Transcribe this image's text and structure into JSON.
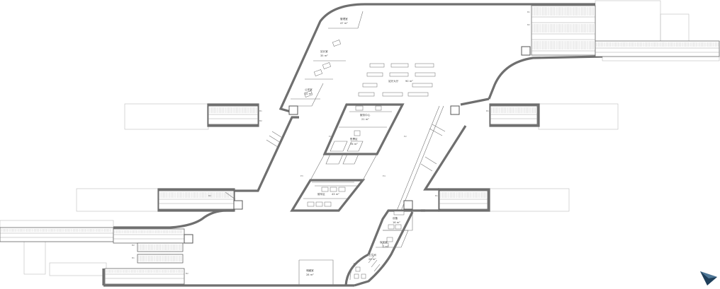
{
  "rooms": {
    "room_a": {
      "name": "管理室",
      "area": "47 m²"
    },
    "room_b": {
      "name": "站长室",
      "area": "35 m²"
    },
    "room_c": {
      "name": "公安室",
      "area": "20 m²"
    },
    "hall": {
      "name": "站厅大厅",
      "area": "90 m²"
    },
    "service": {
      "name": "服务中心",
      "area": "21 m²"
    },
    "ticket": {
      "name": "售票区",
      "area": "76 m²"
    },
    "wait": {
      "name": "候车区",
      "area": "43 m²"
    },
    "equip": {
      "name": "设备",
      "area": "16 m²"
    },
    "guard": {
      "name": "保安室",
      "area": "7 m²"
    },
    "wc": {
      "name": "卫生间",
      "area": "24 m²"
    },
    "store": {
      "name": "储藏室",
      "area": "28 m²"
    }
  },
  "stair_tags": [
    "B1",
    "B2",
    "B1",
    "B2",
    "B1",
    "B2",
    "B1",
    "B2",
    "B1",
    "B2"
  ],
  "annotations": [
    "E1",
    "E2",
    "E3",
    "E4"
  ],
  "colors": {
    "wall": "#6f6f6f",
    "line": "#777777",
    "logo_dark": "#1f3f5a",
    "logo_light": "#4f7898"
  },
  "logo": {
    "icon": "north-arrow-icon"
  }
}
